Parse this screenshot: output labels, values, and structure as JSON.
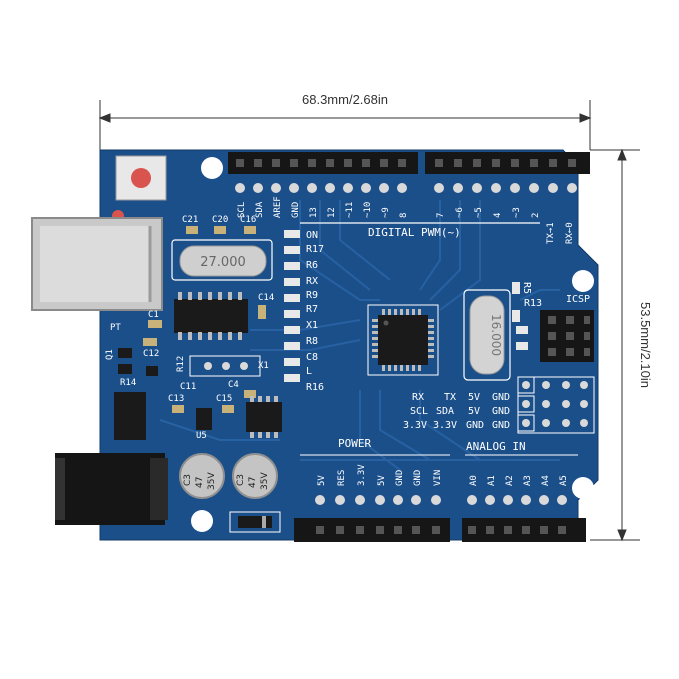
{
  "dimensions": {
    "width_label": "68.3mm/2.68in",
    "height_label": "53.5mm/2.10in"
  },
  "board": {
    "pcb_color": "#1b4f8a",
    "header_color": "#161616",
    "top_header_labels": [
      "SCL",
      "SDA",
      "AREF",
      "GND",
      "13",
      "12",
      "~11",
      "~10",
      "~9",
      "8"
    ],
    "top_header_labels_right": [
      "7",
      "~6",
      "~5",
      "4",
      "~3",
      "2",
      "TX→1",
      "RX←0"
    ],
    "digital_label": "DIGITAL PWM(~)",
    "crystal_top": "27.000",
    "crystal_right": "16.000",
    "caps_top": [
      "C21",
      "C20",
      "C16"
    ],
    "left_labels": [
      "PT",
      "C1",
      "C12",
      "Q1",
      "R14",
      "R12",
      "C13",
      "C11",
      "C4",
      "C15",
      "U5",
      "C14",
      "X1"
    ],
    "indicator_labels": [
      "ON",
      "R17",
      "R6",
      "RX",
      "R9",
      "R7",
      "X1",
      "R8",
      "C8",
      "L",
      "R16"
    ],
    "right_labels": [
      "R13",
      "ICSP",
      "R5"
    ],
    "pin_table": [
      [
        "RX",
        "TX",
        "5V",
        "GND"
      ],
      [
        "SCL",
        "SDA",
        "5V",
        "GND"
      ],
      [
        "3.3V",
        "3.3V",
        "GND",
        "GND"
      ]
    ],
    "power_label": "POWER",
    "analog_label": "ANALOG IN",
    "power_pins": [
      "5V",
      "RES",
      "3.3V",
      "5V",
      "GND",
      "GND",
      "VIN"
    ],
    "analog_pins": [
      "A0",
      "A1",
      "A2",
      "A3",
      "A4",
      "A5"
    ],
    "caps_bottom": [
      {
        "label": "C3",
        "value": "47",
        "voltage": "35V"
      },
      {
        "label": "C3",
        "value": "47",
        "voltage": "35V"
      }
    ]
  }
}
